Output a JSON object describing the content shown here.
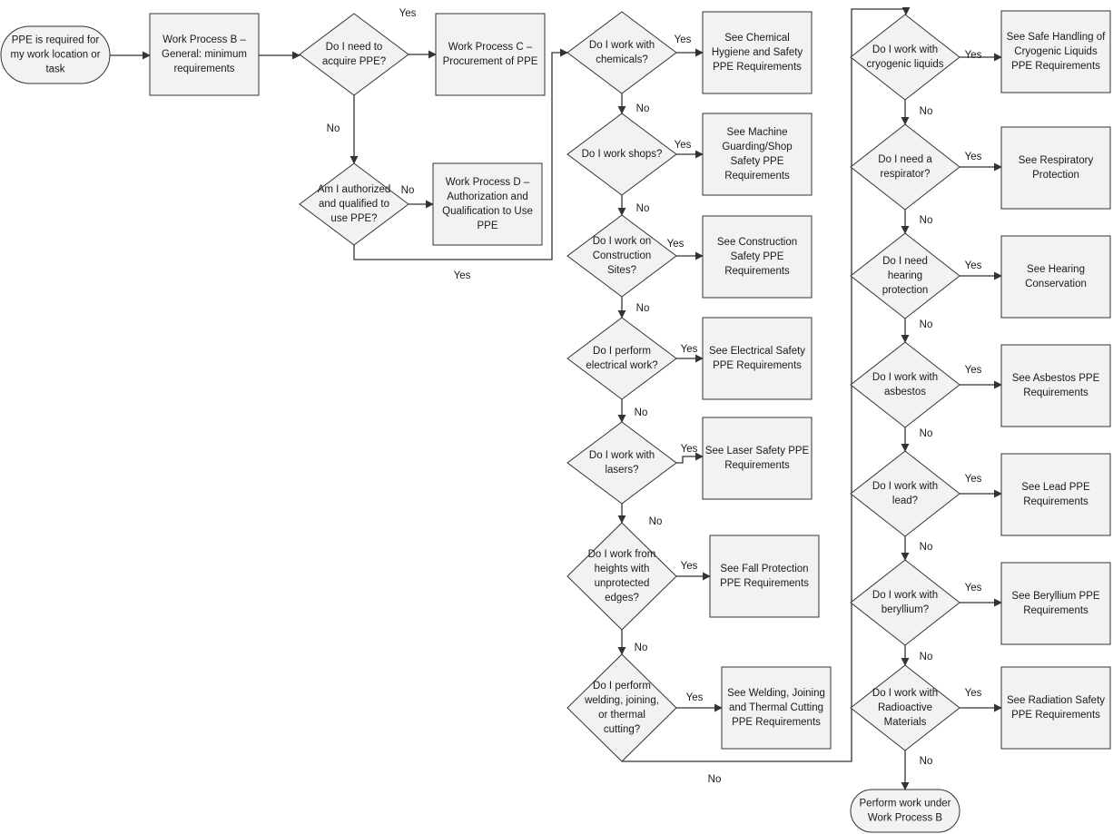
{
  "nodes": [
    {
      "id": "start",
      "lines": [
        "PPE is required for",
        "my work location or",
        "task"
      ]
    },
    {
      "id": "wpB",
      "lines": [
        "Work Process B –",
        "General: minimum",
        "requirements"
      ]
    },
    {
      "id": "q_acquire",
      "lines": [
        "Do I need to",
        "acquire PPE?"
      ]
    },
    {
      "id": "wpC",
      "lines": [
        "Work Process C –",
        "Procurement of PPE"
      ]
    },
    {
      "id": "q_auth",
      "lines": [
        "Am I authorized",
        "and qualified to",
        "use PPE?"
      ]
    },
    {
      "id": "wpD",
      "lines": [
        "Work Process D –",
        "Authorization and",
        "Qualification to Use",
        "PPE"
      ]
    },
    {
      "id": "q_chem",
      "lines": [
        "Do I work with",
        "chemicals?"
      ]
    },
    {
      "id": "r_chem",
      "lines": [
        "See Chemical",
        "Hygiene and Safety",
        "PPE Requirements"
      ]
    },
    {
      "id": "q_shops",
      "lines": [
        "Do I work shops?"
      ]
    },
    {
      "id": "r_shops",
      "lines": [
        "See Machine",
        "Guarding/Shop",
        "Safety PPE",
        "Requirements"
      ]
    },
    {
      "id": "q_constr",
      "lines": [
        "Do I work on",
        "Construction",
        "Sites?"
      ]
    },
    {
      "id": "r_constr",
      "lines": [
        "See Construction",
        "Safety PPE",
        "Requirements"
      ]
    },
    {
      "id": "q_elec",
      "lines": [
        "Do I perform",
        "electrical work?"
      ]
    },
    {
      "id": "r_elec",
      "lines": [
        "See Electrical  Safety",
        "PPE Requirements"
      ]
    },
    {
      "id": "q_laser",
      "lines": [
        "Do I work with",
        "lasers?"
      ]
    },
    {
      "id": "r_laser",
      "lines": [
        "See Laser Safety PPE",
        "Requirements"
      ]
    },
    {
      "id": "q_height",
      "lines": [
        "Do I work from",
        "heights with",
        "unprotected",
        "edges?"
      ]
    },
    {
      "id": "r_height",
      "lines": [
        "See Fall Protection",
        "PPE Requirements"
      ]
    },
    {
      "id": "q_weld",
      "lines": [
        "Do I perform",
        "welding, joining,",
        "or thermal",
        "cutting?"
      ]
    },
    {
      "id": "r_weld",
      "lines": [
        "See Welding, Joining",
        "and Thermal Cutting",
        "PPE Requirements"
      ]
    },
    {
      "id": "q_cryo",
      "lines": [
        "Do I work with",
        "cryogenic liquids"
      ]
    },
    {
      "id": "r_cryo",
      "lines": [
        "See Safe Handling of",
        "Cryogenic Liquids",
        "PPE Requirements"
      ]
    },
    {
      "id": "q_resp",
      "lines": [
        "Do I need a",
        "respirator?"
      ]
    },
    {
      "id": "r_resp",
      "lines": [
        "See Respiratory",
        "Protection"
      ]
    },
    {
      "id": "q_hear",
      "lines": [
        "Do I need",
        "hearing",
        "protection"
      ]
    },
    {
      "id": "r_hear",
      "lines": [
        "See Hearing",
        "Conservation"
      ]
    },
    {
      "id": "q_asb",
      "lines": [
        "Do I work with",
        "asbestos"
      ]
    },
    {
      "id": "r_asb",
      "lines": [
        "See Asbestos PPE",
        "Requirements"
      ]
    },
    {
      "id": "q_lead",
      "lines": [
        "Do I work with",
        "lead?"
      ]
    },
    {
      "id": "r_lead",
      "lines": [
        "See Lead  PPE",
        "Requirements"
      ]
    },
    {
      "id": "q_bery",
      "lines": [
        "Do I work with",
        "beryllium?"
      ]
    },
    {
      "id": "r_bery",
      "lines": [
        "See Beryllium PPE",
        "Requirements"
      ]
    },
    {
      "id": "q_rad",
      "lines": [
        "Do I work with",
        "Radioactive",
        "Materials"
      ]
    },
    {
      "id": "r_rad",
      "lines": [
        "See Radiation Safety",
        "PPE Requirements"
      ]
    },
    {
      "id": "end",
      "lines": [
        "Perform work under",
        "Work Process B"
      ]
    }
  ],
  "edge_labels": [
    {
      "id": "yes_acquire",
      "text": "Yes"
    },
    {
      "id": "no_acquire",
      "text": "No"
    },
    {
      "id": "no_auth",
      "text": "No"
    },
    {
      "id": "yes_auth",
      "text": "Yes"
    },
    {
      "id": "yes_chem",
      "text": "Yes"
    },
    {
      "id": "no_chem",
      "text": "No"
    },
    {
      "id": "yes_shops",
      "text": "Yes"
    },
    {
      "id": "no_shops",
      "text": "No"
    },
    {
      "id": "yes_constr",
      "text": "Yes"
    },
    {
      "id": "no_constr",
      "text": "No"
    },
    {
      "id": "yes_elec",
      "text": "Yes"
    },
    {
      "id": "no_elec",
      "text": "No"
    },
    {
      "id": "yes_laser",
      "text": "Yes"
    },
    {
      "id": "no_laser",
      "text": "No"
    },
    {
      "id": "yes_height",
      "text": "Yes"
    },
    {
      "id": "no_height",
      "text": "No"
    },
    {
      "id": "yes_weld",
      "text": "Yes"
    },
    {
      "id": "no_weld",
      "text": "No"
    },
    {
      "id": "yes_cryo",
      "text": "Yes"
    },
    {
      "id": "no_cryo",
      "text": "No"
    },
    {
      "id": "yes_resp",
      "text": "Yes"
    },
    {
      "id": "no_resp",
      "text": "No"
    },
    {
      "id": "yes_hear",
      "text": "Yes"
    },
    {
      "id": "no_hear",
      "text": "No"
    },
    {
      "id": "yes_asb",
      "text": "Yes"
    },
    {
      "id": "no_asb",
      "text": "No"
    },
    {
      "id": "yes_lead",
      "text": "Yes"
    },
    {
      "id": "no_lead",
      "text": "No"
    },
    {
      "id": "yes_bery",
      "text": "Yes"
    },
    {
      "id": "no_bery",
      "text": "No"
    },
    {
      "id": "yes_rad",
      "text": "Yes"
    },
    {
      "id": "no_rad",
      "text": "No"
    }
  ]
}
